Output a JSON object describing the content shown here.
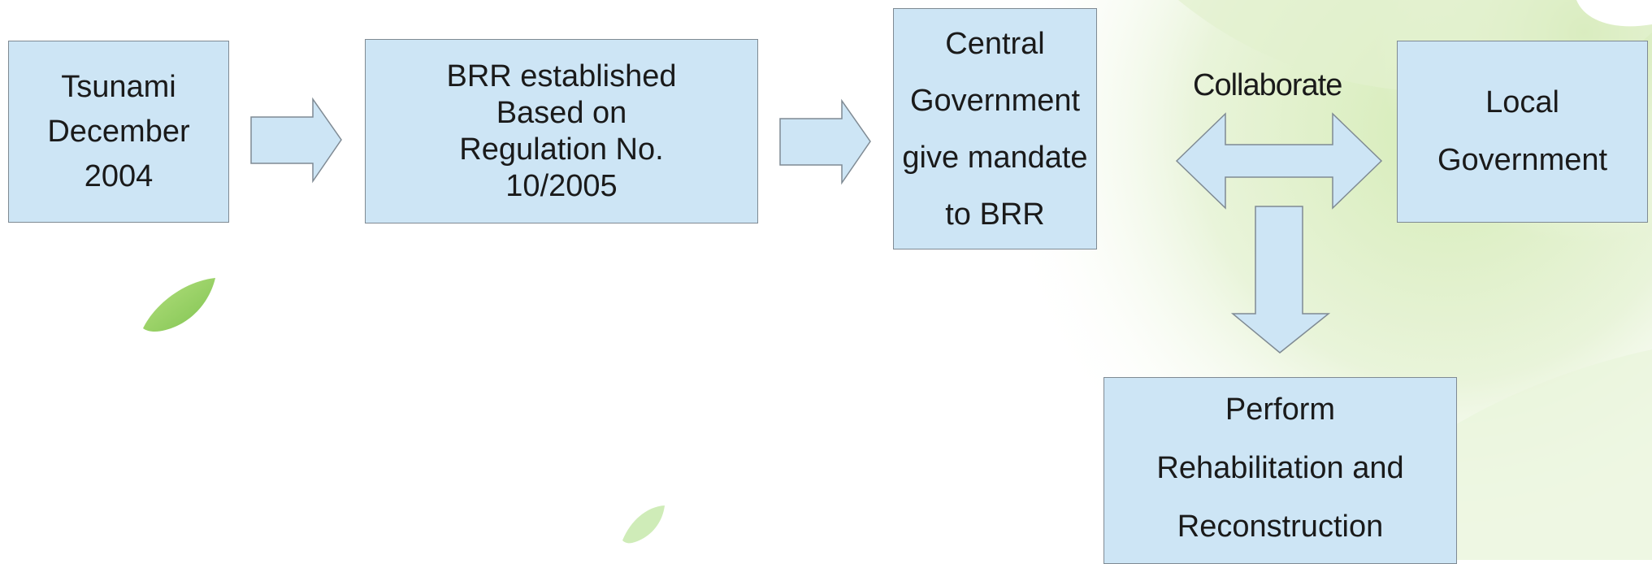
{
  "diagram": {
    "nodes": {
      "tsunami": {
        "lines": [
          "Tsunami",
          "December",
          "2004"
        ]
      },
      "brr": {
        "lines": [
          "BRR established",
          "Based on",
          "Regulation No.",
          "10/2005"
        ]
      },
      "central": {
        "lines": [
          "Central",
          "Government",
          "give mandate",
          "to BRR"
        ]
      },
      "local": {
        "lines": [
          "Local",
          "Government"
        ]
      },
      "perform": {
        "lines": [
          "Perform",
          "Rehabilitation and",
          "Reconstruction"
        ]
      }
    },
    "edges": {
      "collaborate_label": "Collaborate"
    }
  },
  "colors": {
    "box_fill": "#cde5f5",
    "box_border": "#7f8a93",
    "leaf_green": "#9fd36a"
  }
}
